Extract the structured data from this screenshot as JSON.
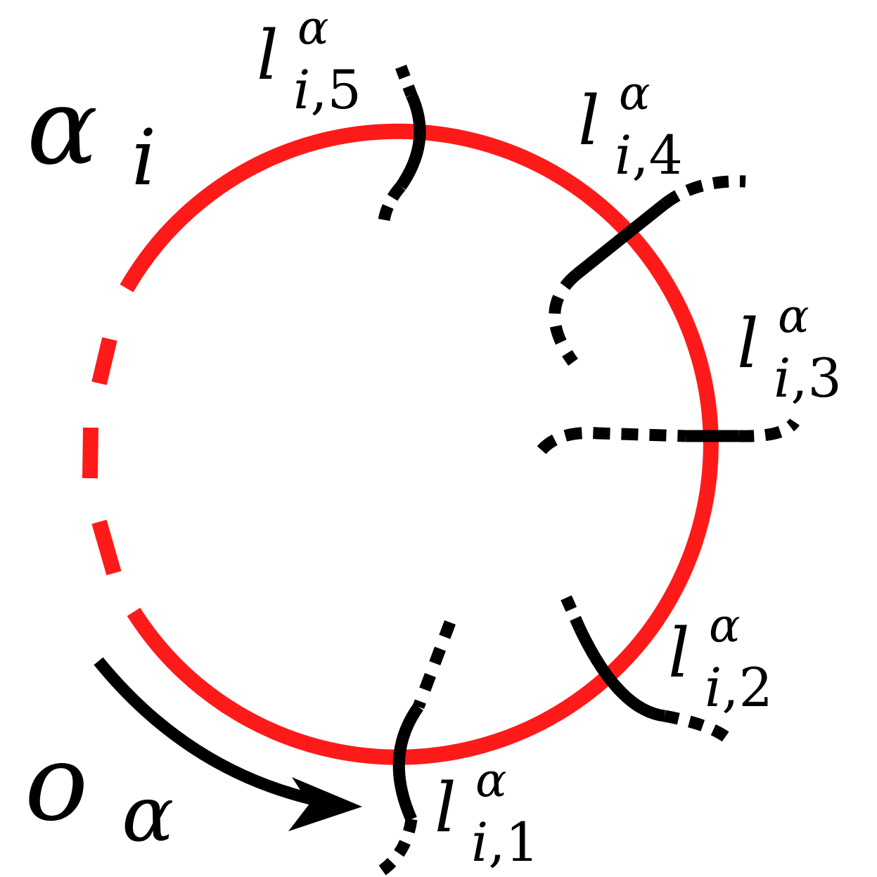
{
  "labels": {
    "curve": {
      "base": "α",
      "sub": "i"
    },
    "orientation": {
      "base": "o",
      "sub": "α"
    },
    "arcs": [
      {
        "base": "l",
        "sup": "α",
        "sub_i": "i",
        "sub_comma": ",",
        "sub_index": "1"
      },
      {
        "base": "l",
        "sup": "α",
        "sub_i": "i",
        "sub_comma": ",",
        "sub_index": "2"
      },
      {
        "base": "l",
        "sup": "α",
        "sub_i": "i",
        "sub_comma": ",",
        "sub_index": "3"
      },
      {
        "base": "l",
        "sup": "α",
        "sub_i": "i",
        "sub_comma": ",",
        "sub_index": "4"
      },
      {
        "base": "l",
        "sup": "α",
        "sub_i": "i",
        "sub_comma": ",",
        "sub_index": "5"
      }
    ]
  },
  "colors": {
    "curve": "#ff1a1a",
    "arcs": "#000000",
    "background": "#ffffff"
  }
}
